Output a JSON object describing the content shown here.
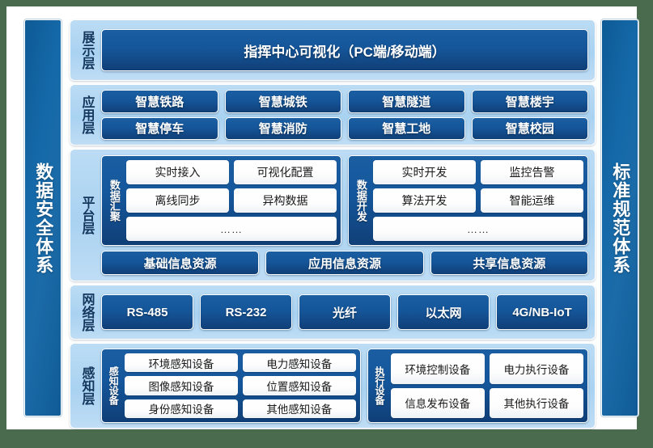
{
  "colors": {
    "page_background": "#4a6b4d",
    "canvas": "#ffffff",
    "band": "#aed4f1",
    "pill_dark": "#15569a",
    "pillar": "#1569a8",
    "cell_white": "#ffffff",
    "label_text": "#14365c"
  },
  "pillars": {
    "left": {
      "label": "数据安全体系"
    },
    "right": {
      "label": "标准规范体系"
    }
  },
  "layers": [
    {
      "id": "presentation",
      "label": "展示层",
      "items": [
        "指挥中心可视化（PC端/移动端）"
      ]
    },
    {
      "id": "application",
      "label": "应用层",
      "rows": [
        [
          "智慧铁路",
          "智慧城铁",
          "智慧隧道",
          "智慧楼宇"
        ],
        [
          "智慧停车",
          "智慧消防",
          "智慧工地",
          "智慧校园"
        ]
      ]
    },
    {
      "id": "platform",
      "label": "平台层",
      "groups": [
        {
          "label": "数据汇聚",
          "rows": [
            [
              "实时接入",
              "可视化配置"
            ],
            [
              "离线同步",
              "异构数据"
            ]
          ],
          "footer": "……"
        },
        {
          "label": "数据开发",
          "rows": [
            [
              "实时开发",
              "监控告警"
            ],
            [
              "算法开发",
              "智能运维"
            ]
          ],
          "footer": "……"
        }
      ],
      "resources": [
        "基础信息资源",
        "应用信息资源",
        "共享信息资源"
      ]
    },
    {
      "id": "network",
      "label": "网络层",
      "items": [
        "RS-485",
        "RS-232",
        "光纤",
        "以太网",
        "4G/NB-IoT"
      ]
    },
    {
      "id": "sensing",
      "label": "感知层",
      "groups": [
        {
          "label": "感知设备",
          "rows": [
            [
              "环境感知设备",
              "电力感知设备"
            ],
            [
              "图像感知设备",
              "位置感知设备"
            ],
            [
              "身份感知设备",
              "其他感知设备"
            ]
          ]
        },
        {
          "label": "执行设备",
          "rows": [
            [
              "环境控制设备",
              "电力执行设备"
            ],
            [
              "信息发布设备",
              "其他执行设备"
            ]
          ]
        }
      ]
    }
  ]
}
